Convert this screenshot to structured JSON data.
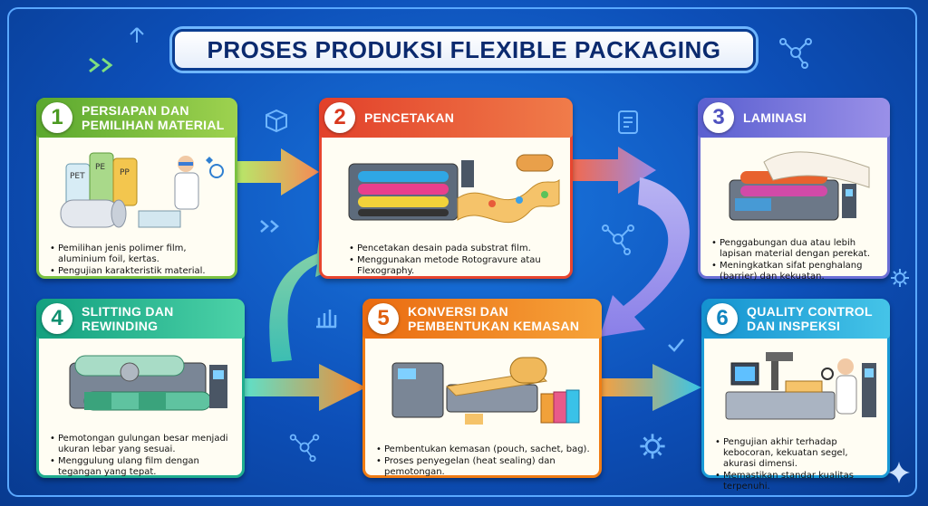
{
  "title": "PROSES PRODUKSI FLEXIBLE PACKAGING",
  "steps": [
    {
      "number": "1",
      "title_line1": "PERSIAPAN DAN",
      "title_line2": "PEMILIHAN MATERIAL",
      "labels": [
        "PET",
        "PE",
        "PP"
      ],
      "bullets": [
        "Pemilihan jenis polimer film, aluminium foil, kertas.",
        "Pengujian karakteristik material."
      ],
      "color": "#7cc242"
    },
    {
      "number": "2",
      "title_line1": "PENCETAKAN",
      "title_line2": "",
      "bullets": [
        "Pencetakan desain pada substrat film.",
        "Menggunakan metode Rotogravure atau Flexography."
      ],
      "color": "#e8452f"
    },
    {
      "number": "3",
      "title_line1": "LAMINASI",
      "title_line2": "",
      "bullets": [
        "Penggabungan dua atau lebih lapisan material dengan perekat.",
        "Meningkatkan sifat penghalang (barrier) dan kekuatan."
      ],
      "color": "#6b6fd6"
    },
    {
      "number": "4",
      "title_line1": "SLITTING DAN",
      "title_line2": "REWINDING",
      "bullets": [
        "Pemotongan gulungan besar menjadi ukuran lebar yang sesuai.",
        "Menggulung ulang film dengan tegangan yang tepat."
      ],
      "color": "#1fae8f"
    },
    {
      "number": "5",
      "title_line1": "KONVERSI DAN",
      "title_line2": "PEMBENTUKAN KEMASAN",
      "bullets": [
        "Pembentukan kemasan (pouch, sachet, bag).",
        "Proses penyegelan (heat sealing) dan pemotongan."
      ],
      "color": "#f07d14"
    },
    {
      "number": "6",
      "title_line1": "QUALITY CONTROL",
      "title_line2": "DAN INSPEKSI",
      "bullets": [
        "Pengujian akhir terhadap kebocoran, kekuatan segel, akurasi dimensi.",
        "Memastikan standar kualitas terpenuhi."
      ],
      "color": "#1a9ad6"
    }
  ]
}
